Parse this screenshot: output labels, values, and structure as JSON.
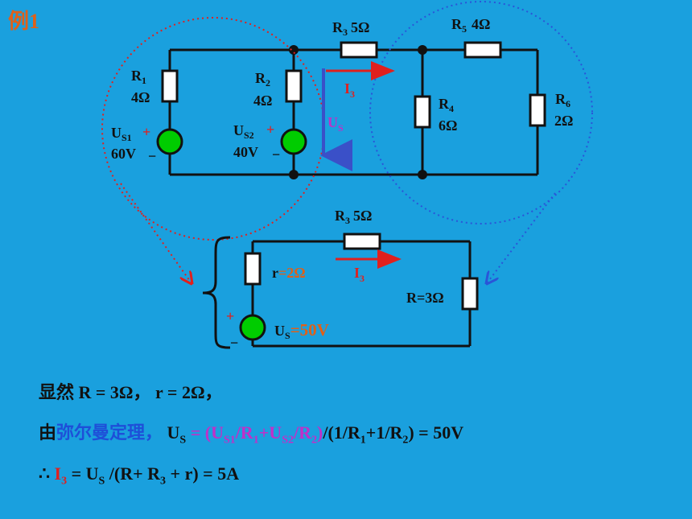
{
  "example_title": "例1",
  "circuit_top": {
    "R1": {
      "name": "R",
      "sub": "1",
      "value": "4Ω"
    },
    "R2": {
      "name": "R",
      "sub": "2",
      "value": "4Ω"
    },
    "R3": {
      "name": "R",
      "sub": "3",
      "value": "5Ω"
    },
    "R4": {
      "name": "R",
      "sub": "4",
      "value": "6Ω"
    },
    "R5": {
      "name": "R",
      "sub": "5",
      "value": "4Ω"
    },
    "R6": {
      "name": "R",
      "sub": "6",
      "value": "2Ω"
    },
    "US1": {
      "name": "U",
      "sub": "S1",
      "value": "60V"
    },
    "US2": {
      "name": "U",
      "sub": "S2",
      "value": "40V"
    },
    "I3": {
      "name": "I",
      "sub": "3"
    },
    "US": {
      "name": "U",
      "sub": "S"
    },
    "plus": "+",
    "minus": "−"
  },
  "circuit_equiv": {
    "R3": {
      "name": "R",
      "sub": "3",
      "value": "5Ω"
    },
    "r_label": "r",
    "r_value": "=2Ω",
    "I3": {
      "name": "I",
      "sub": "3"
    },
    "R_label": "R=3Ω",
    "US": {
      "name": "U",
      "sub": "S"
    },
    "US_value": "=50V",
    "plus": "+",
    "minus": "−"
  },
  "text_lines": {
    "line1": "显然  R = 3Ω，  r = 2Ω，",
    "line2_prefix": "由",
    "line2_theorem": "弥尔曼定理，",
    "line3_prefix": "∴"
  },
  "colors": {
    "background": "#1aa0de",
    "source_fill": "#00cc00",
    "dotted_red": "#e0201e",
    "dotted_blue": "#2a55d8",
    "arrow_red": "#e0201e",
    "arrow_blue": "#3a50c8"
  }
}
